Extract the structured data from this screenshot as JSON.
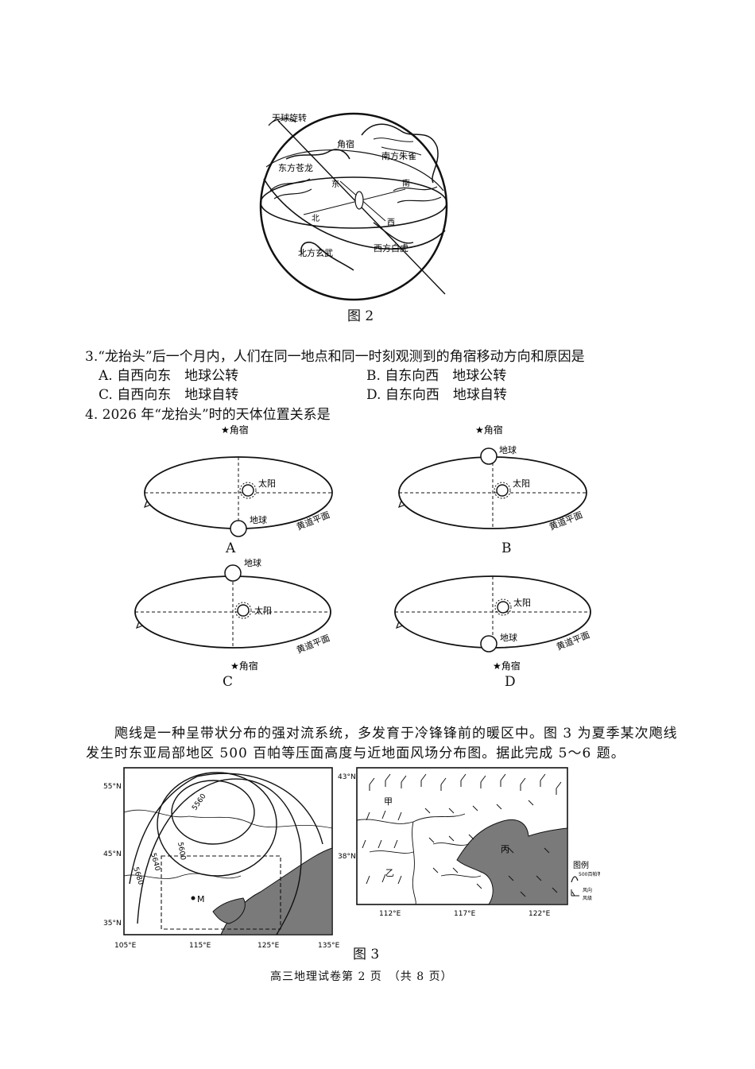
{
  "figure2": {
    "caption": "图 2",
    "labels": {
      "rotation": "天球旋转",
      "jiaoxiu": "角宿",
      "south_bird": "南方朱雀",
      "east_dragon": "东方苍龙",
      "east": "东",
      "south": "南",
      "north": "北",
      "west": "西",
      "west_tiger": "西方白虎",
      "north_tortoise": "北方玄武"
    }
  },
  "q3": {
    "stem": "3.“龙抬头”后一个月内，人们在同一地点和同一时刻观测到的角宿移动方向和原因是",
    "options": [
      {
        "letter": "A.",
        "text": "自西向东　地球公转"
      },
      {
        "letter": "B.",
        "text": "自东向西　地球公转"
      },
      {
        "letter": "C.",
        "text": "自西向东　地球自转"
      },
      {
        "letter": "D.",
        "text": "自东向西　地球自转"
      }
    ]
  },
  "q4": {
    "stem": "4. 2026 年“龙抬头”时的天体位置关系是",
    "star_label": "★角宿",
    "sun_label": "太阳",
    "earth_label": "地球",
    "ecliptic_label": "黄道平面",
    "diagrams": [
      "A",
      "B",
      "C",
      "D"
    ]
  },
  "passage": {
    "line1": "飑线是一种呈带状分布的强对流系统，多发育于冷锋锋前的暖区中。图 3 为夏季某次飑线",
    "line2": "发生时东亚局部地区 500 百帕等压面高度与近地面风场分布图。据此完成 5～6 题。"
  },
  "figure3": {
    "caption": "图 3",
    "left_map": {
      "lat_labels": [
        "55°N",
        "45°N",
        "35°N"
      ],
      "lon_labels": [
        "105°E",
        "115°E",
        "125°E",
        "135°E"
      ],
      "contours": [
        "5560",
        "5600",
        "5640",
        "5680"
      ],
      "point": "M"
    },
    "right_map": {
      "lat_labels": [
        "43°N",
        "38°N"
      ],
      "lon_labels": [
        "112°E",
        "117°E",
        "122°E"
      ],
      "places": [
        "甲",
        "乙",
        "丙"
      ]
    },
    "legend": {
      "title": "图例",
      "contour_desc": "500百帕等压面高度（米）",
      "wind_dir": "风向",
      "wind_speed": "风级"
    }
  },
  "footer": {
    "text": "高三地理试卷第 2 页　（共 8 页）"
  }
}
